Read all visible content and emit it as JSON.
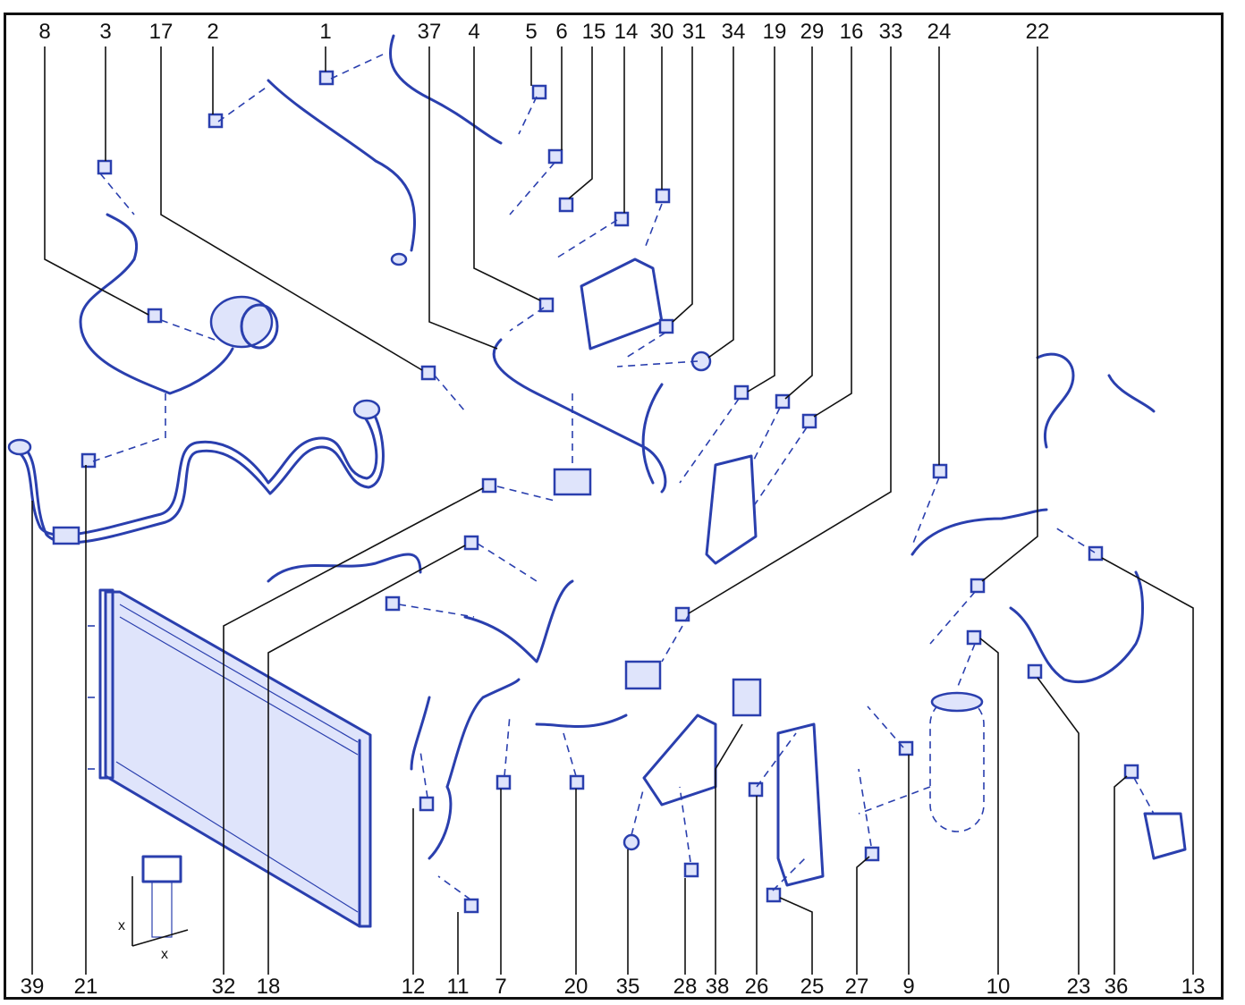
{
  "callouts_top": [
    "8",
    "3",
    "17",
    "2",
    "1",
    "37",
    "4",
    "5",
    "6",
    "15",
    "14",
    "30",
    "31",
    "34",
    "19",
    "29",
    "16",
    "33",
    "24",
    "22"
  ],
  "callouts_bottom": [
    "39",
    "21",
    "32",
    "18",
    "12",
    "11",
    "7",
    "20",
    "35",
    "28",
    "38",
    "26",
    "25",
    "27",
    "9",
    "10",
    "23",
    "36",
    "13"
  ],
  "dimension_marks": [
    "x",
    "x"
  ],
  "colors": {
    "line": "#2a3fae",
    "fill": "#dfe4fb",
    "text": "#111111",
    "frame": "#111111"
  }
}
